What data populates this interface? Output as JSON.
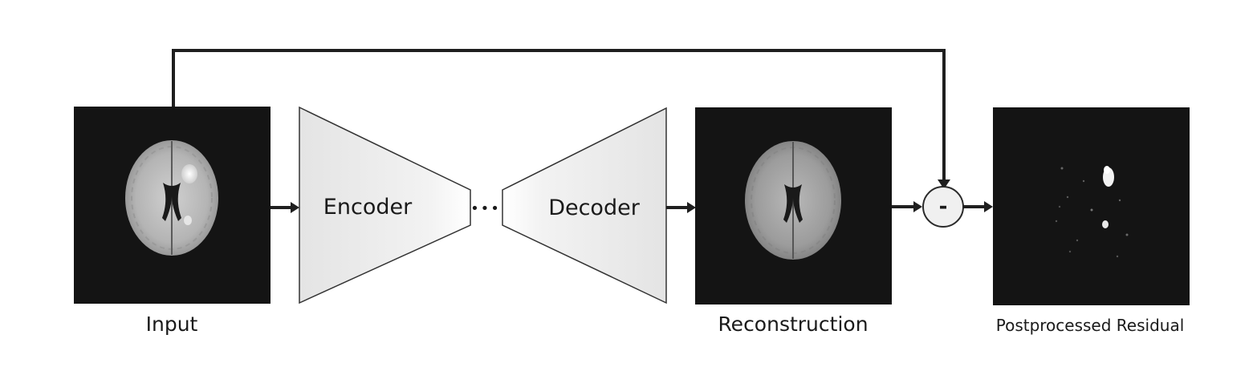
{
  "labels": {
    "input": "Input",
    "encoder": "Encoder",
    "ellipsis": "•••",
    "decoder": "Decoder",
    "reconstruction": "Reconstruction",
    "subtract_operator": "-",
    "residual": "Postprocessed Residual"
  },
  "panels": {
    "input": {
      "content": "brain-mri-axial-slice-with-bright-lesion"
    },
    "reconstruction": {
      "content": "brain-mri-axial-slice-reconstructed"
    },
    "residual": {
      "content": "sparse-residual-with-bright-lesion-spots"
    }
  },
  "colors": {
    "panel_background": "#141414",
    "line": "#1f1f1f",
    "trapezoid_fill": "#e9e9e9",
    "brain_tissue": "#b8b8b8"
  }
}
